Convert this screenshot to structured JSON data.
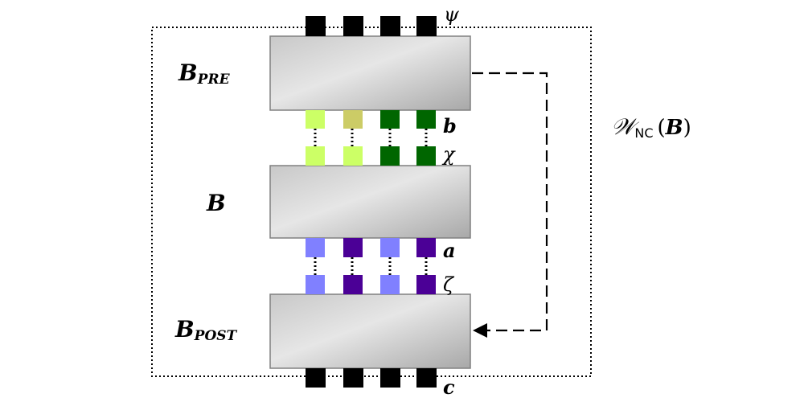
{
  "labels": {
    "b_pre_main": "B",
    "b_pre_sub": "PRE",
    "b_main": "B",
    "b_post_main": "B",
    "b_post_sub": "POST",
    "psi": "ψ",
    "b_small": "b",
    "chi": "χ",
    "a_small": "a",
    "zeta": "ζ",
    "c_small": "c",
    "w_script": "𝒲",
    "w_sub": "NC",
    "w_open": "(",
    "w_arg": "B",
    "w_close": ")"
  },
  "colors": {
    "black_port": "#000000",
    "light_green": "#ccff66",
    "olive_green": "#cccc66",
    "dark_green": "#006600",
    "light_blue": "#8080ff",
    "dark_purple": "#4b0096",
    "box_light": "#e8e8e8",
    "box_dark": "#a8a8a8"
  },
  "ports": {
    "top": [
      "black_port",
      "black_port",
      "black_port",
      "black_port"
    ],
    "b_row": [
      "light_green",
      "olive_green",
      "dark_green",
      "dark_green"
    ],
    "chi_row": [
      "light_green",
      "light_green",
      "dark_green",
      "dark_green"
    ],
    "a_row": [
      "light_blue",
      "dark_purple",
      "light_blue",
      "dark_purple"
    ],
    "zeta_row": [
      "light_blue",
      "dark_purple",
      "light_blue",
      "dark_purple"
    ],
    "bottom": [
      "black_port",
      "black_port",
      "black_port",
      "black_port"
    ]
  }
}
